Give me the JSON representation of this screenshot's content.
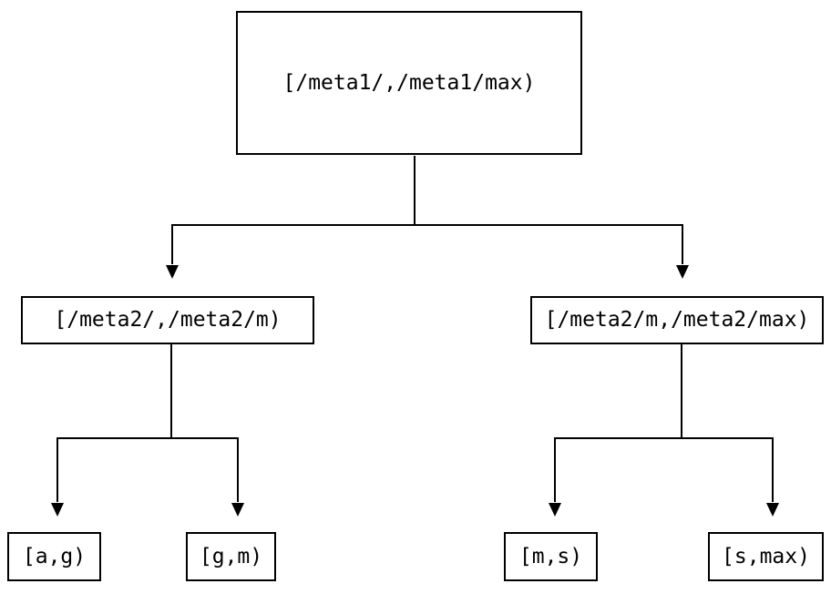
{
  "tree": {
    "root": {
      "label": "[/meta1/,/meta1/max)"
    },
    "level2": [
      {
        "label": "[/meta2/,/meta2/m)"
      },
      {
        "label": "[/meta2/m,/meta2/max)"
      }
    ],
    "leaves": [
      {
        "label": "[a,g)"
      },
      {
        "label": "[g,m)"
      },
      {
        "label": "[m,s)"
      },
      {
        "label": "[s,max)"
      }
    ]
  },
  "colors": {
    "line": "#000000",
    "box_border": "#000000",
    "box_background": "#ffffff",
    "text": "#000000"
  }
}
